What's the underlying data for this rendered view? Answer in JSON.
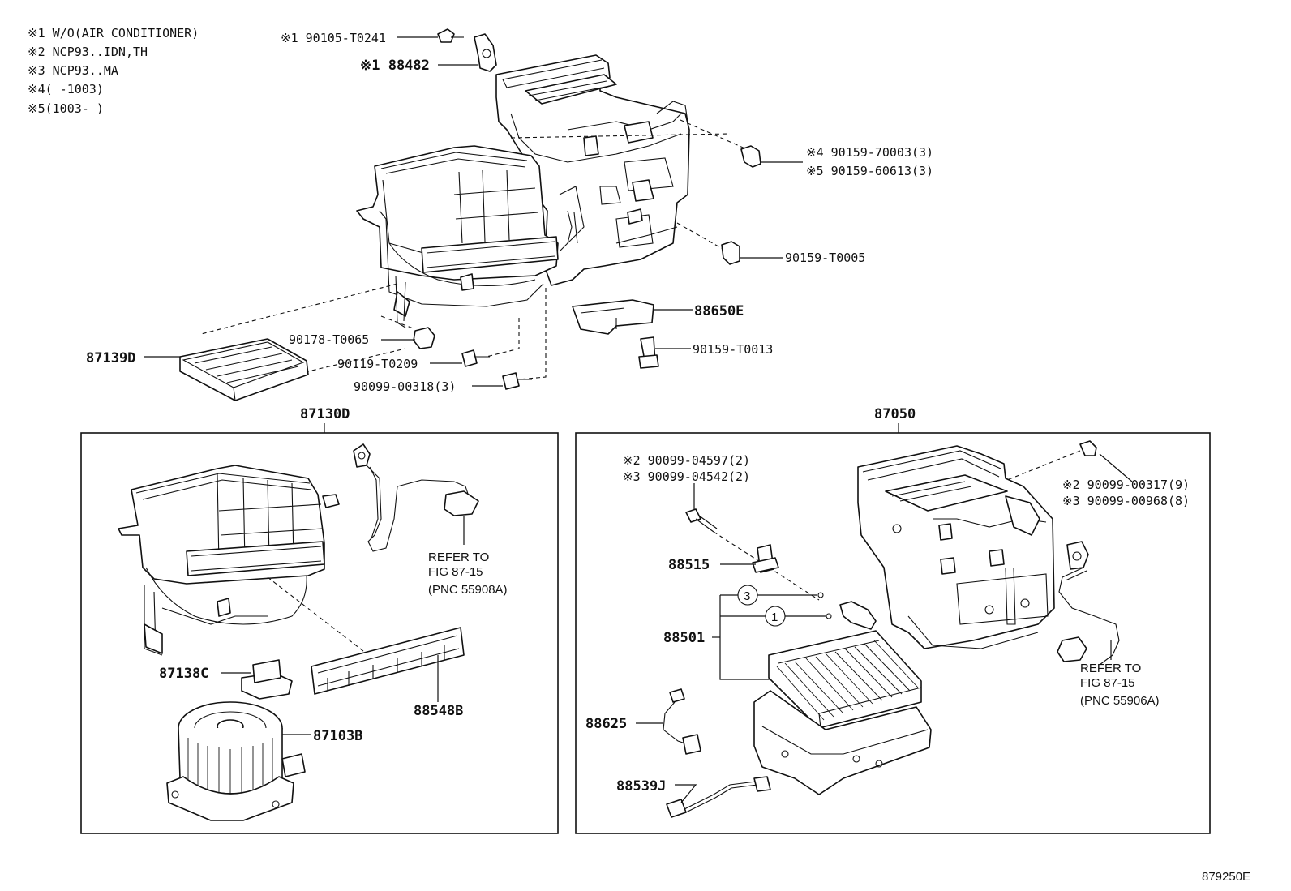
{
  "notes": [
    "※1 W/O(AIR CONDITIONER)",
    "※2 NCP93..IDN,TH",
    "※3 NCP93..MA",
    "※4(     -1003)",
    "※5(1003-     )"
  ],
  "top_labels": {
    "bolt_90105": "※1 90105-T0241",
    "part_88482": "※1 88482",
    "screw_70003": "※4 90159-70003(3)",
    "screw_60613": "※5 90159-60613(3)",
    "screw_T0005": "90159-T0005",
    "part_88650E": "88650E",
    "screw_T0013": "90159-T0013",
    "nut_T0065": "90178-T0065",
    "screw_T0209": "90119-T0209",
    "screw_00318": "90099-00318(3)",
    "filter_87139D": "87139D"
  },
  "left_box": {
    "title": "87130D",
    "refer_lines": [
      "REFER TO",
      "FIG 87-15",
      "(PNC 55908A)"
    ],
    "part_87138C": "87138C",
    "part_88548B": "88548B",
    "part_87103B": "87103B"
  },
  "right_box": {
    "title": "87050",
    "screw_04597": "※2 90099-04597(2)",
    "screw_04542": "※3 90099-04542(2)",
    "screw_00317": "※2 90099-00317(9)",
    "screw_00968": "※3 90099-00968(8)",
    "part_88515": "88515",
    "part_88501": "88501",
    "circle_3": "3",
    "circle_1": "1",
    "part_88625": "88625",
    "part_88539J": "88539J",
    "refer_lines": [
      "REFER TO",
      "FIG 87-15",
      "(PNC 55906A)"
    ]
  },
  "figure_id": "879250E"
}
